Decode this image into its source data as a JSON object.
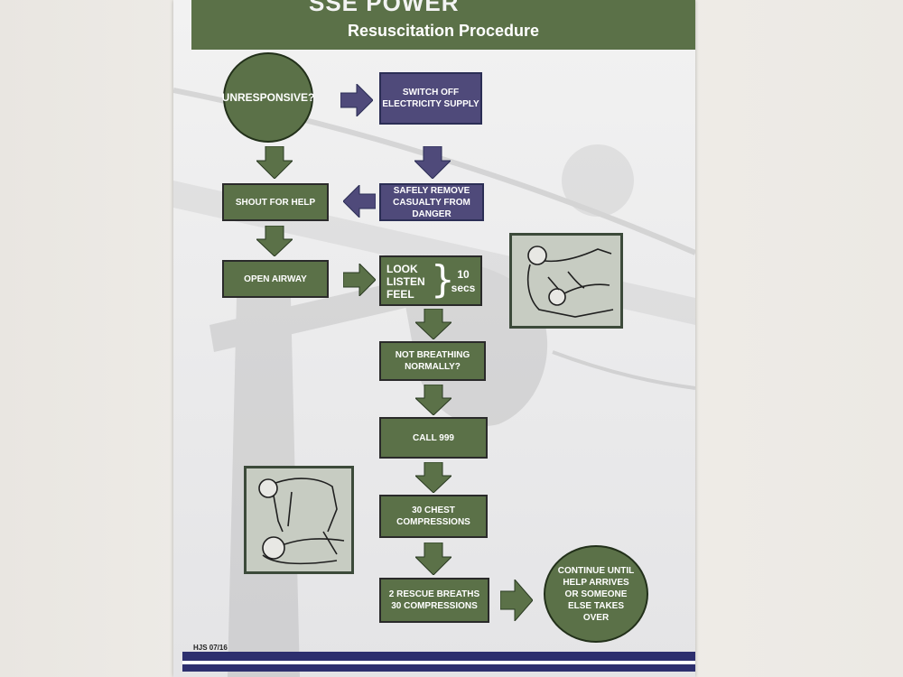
{
  "header": {
    "brand": "SSE POWER",
    "title": "Resuscitation Procedure"
  },
  "steps": {
    "unresponsive": "UNRESPONSIVE?",
    "switch_off": "SWITCH OFF ELECTRICITY SUPPLY",
    "shout": "SHOUT FOR HELP",
    "remove": "SAFELY REMOVE CASUALTY FROM DANGER",
    "airway": "OPEN AIRWAY",
    "look": "LOOK",
    "listen": "LISTEN",
    "feel": "FEEL",
    "ten": "10",
    "secs": "secs",
    "not_breathing": "NOT BREATHING NORMALLY?",
    "call": "CALL 999",
    "compressions": "30 CHEST COMPRESSIONS",
    "breaths_line1": "2 RESCUE BREATHS",
    "breaths_line2": "30 COMPRESSIONS",
    "continue": "CONTINUE UNTIL HELP ARRIVES OR SOMEONE ELSE TAKES OVER"
  },
  "footer": {
    "code": "HJS 07/16"
  },
  "colors": {
    "green": "#5b7148",
    "purple": "#4f4a7a",
    "navy": "#2d2f6e"
  }
}
